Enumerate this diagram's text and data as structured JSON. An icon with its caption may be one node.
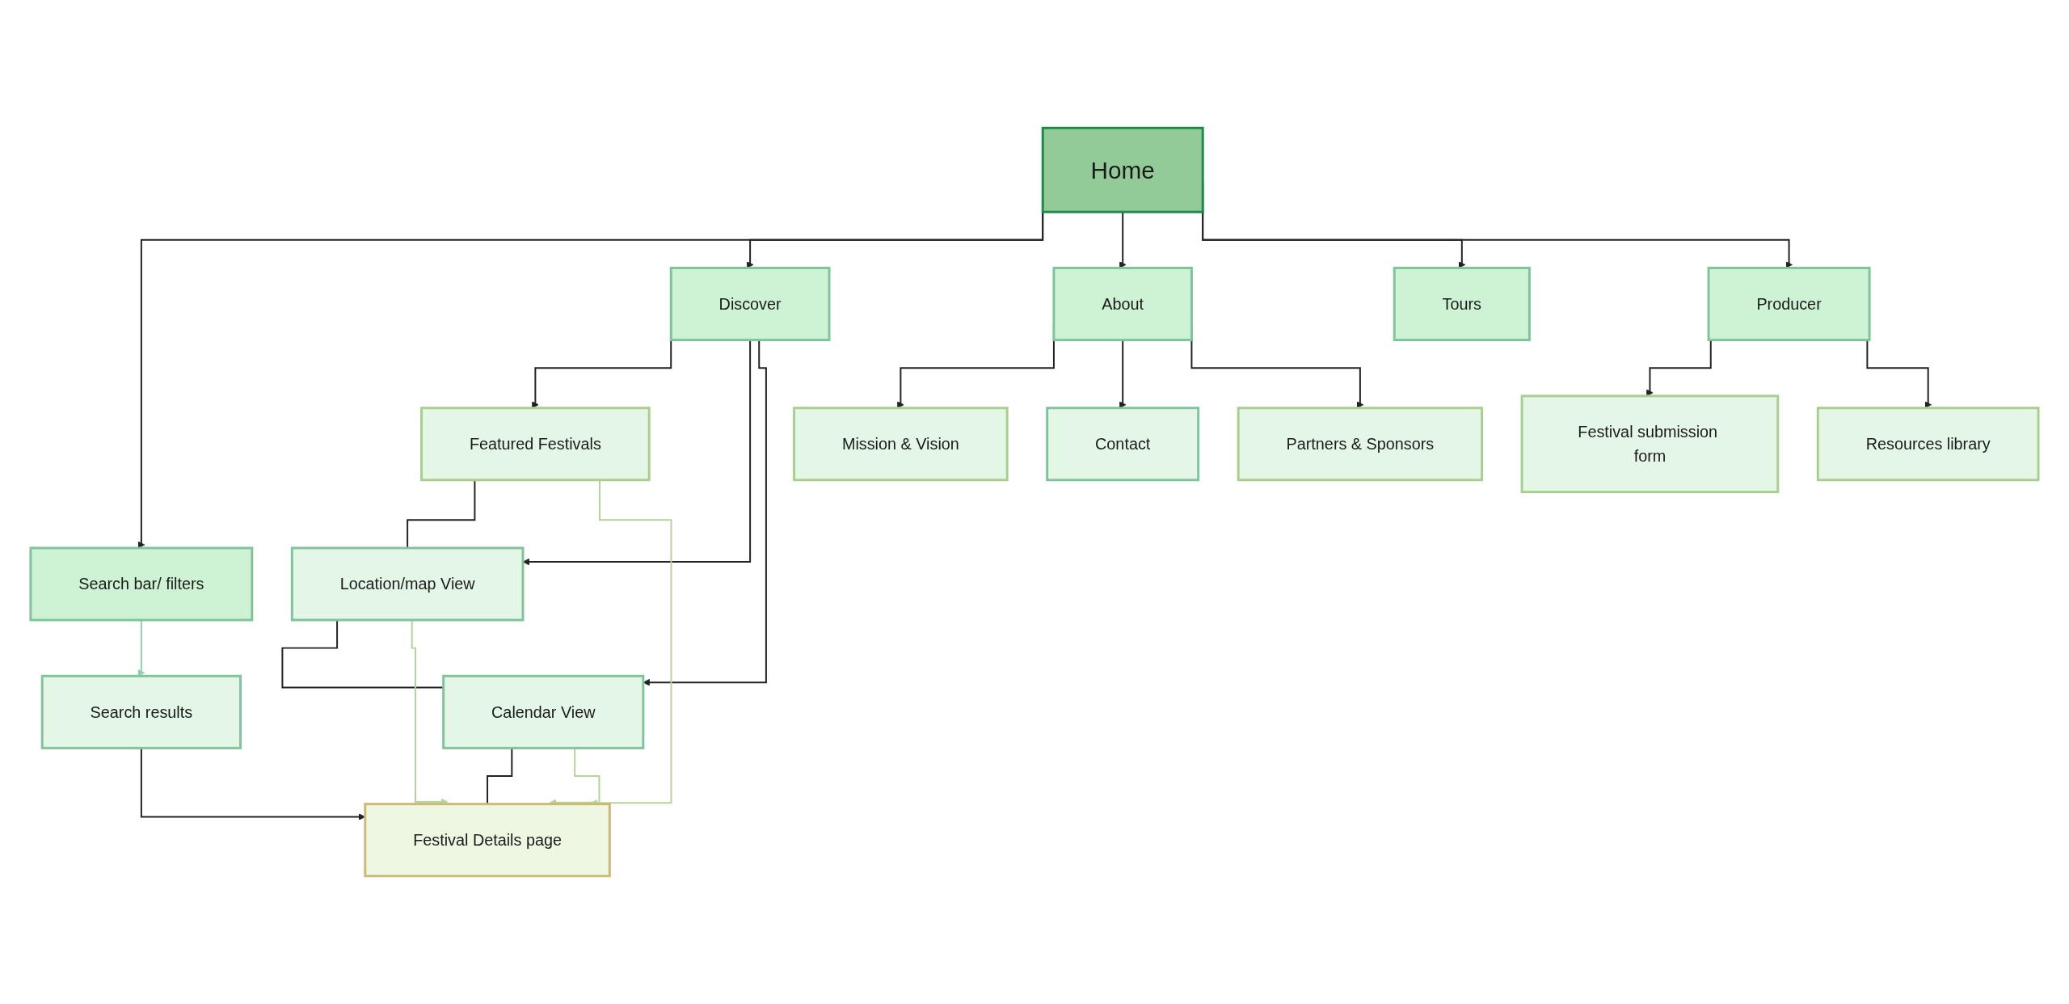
{
  "diagram": {
    "nodes": [
      {
        "text": [
          "Home"
        ]
      },
      {
        "text": [
          "Search bar/ filters"
        ]
      },
      {
        "text": [
          "Discover"
        ]
      },
      {
        "text": [
          "About"
        ]
      },
      {
        "text": [
          "Tours"
        ]
      },
      {
        "text": [
          "Producer"
        ]
      },
      {
        "text": [
          "Search results"
        ]
      },
      {
        "text": [
          "Featured Festivals"
        ]
      },
      {
        "text": [
          "Location/map View"
        ]
      },
      {
        "text": [
          "Calendar View"
        ]
      },
      {
        "text": [
          "Mission & Vision"
        ]
      },
      {
        "text": [
          "Contact"
        ]
      },
      {
        "text": [
          "Partners & Sponsors"
        ]
      },
      {
        "text": [
          "Festival submission form"
        ]
      },
      {
        "text": [
          "Resources library"
        ]
      },
      {
        "text": [
          "Festival Details page"
        ]
      }
    ],
    "edges": [
      {
        "from": 0,
        "to": 1,
        "arrow": "to"
      },
      {
        "from": 0,
        "to": 2,
        "arrow": "to"
      },
      {
        "from": 0,
        "to": 3,
        "arrow": "to"
      },
      {
        "from": 0,
        "to": 4,
        "arrow": "to"
      },
      {
        "from": 0,
        "to": 5,
        "arrow": "to"
      },
      {
        "from": 1,
        "to": 6,
        "arrow": "to",
        "color": "#8fcfae"
      },
      {
        "from": 6,
        "to": 15,
        "arrow": "to"
      },
      {
        "from": 2,
        "to": 7,
        "arrow": "to"
      },
      {
        "from": 2,
        "to": 8,
        "arrow": "to"
      },
      {
        "from": 2,
        "to": 9,
        "arrow": "to"
      },
      {
        "from": 7,
        "to": 8,
        "arrow": "none"
      },
      {
        "from": 8,
        "to": 9,
        "arrow": "none"
      },
      {
        "from": 9,
        "to": 15,
        "arrow": "none"
      },
      {
        "from": 7,
        "to": 15,
        "arrow": "to",
        "color": "#b2d69a"
      },
      {
        "from": 8,
        "to": 15,
        "arrow": "to",
        "color": "#b2d69a"
      },
      {
        "from": 9,
        "to": 15,
        "arrow": "to",
        "color": "#b2d69a"
      },
      {
        "from": 3,
        "to": 10,
        "arrow": "to"
      },
      {
        "from": 3,
        "to": 11,
        "arrow": "to"
      },
      {
        "from": 3,
        "to": 12,
        "arrow": "to"
      },
      {
        "from": 5,
        "to": 13,
        "arrow": "to"
      },
      {
        "from": 5,
        "to": 14,
        "arrow": "to"
      }
    ]
  }
}
